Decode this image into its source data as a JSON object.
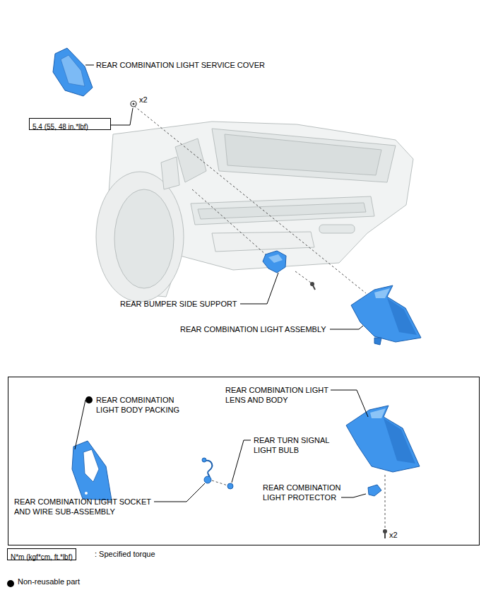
{
  "diagram": {
    "nodes": [
      {
        "text": [
          "5.4 (55, 48 in.*lbf)"
        ]
      },
      {
        "text": [
          "N*m (kgf*cm, ft.*lbf)"
        ]
      }
    ],
    "labels": [
      "REAR COMBINATION LIGHT SERVICE COVER",
      "x2",
      "REAR BUMPER SIDE SUPPORT",
      "REAR COMBINATION LIGHT ASSEMBLY",
      "REAR COMBINATION LIGHT BODY PACKING",
      "REAR COMBINATION LIGHT LENS AND BODY",
      "REAR TURN SIGNAL LIGHT BULB",
      "REAR COMBINATION LIGHT SOCKET AND WIRE SUB-ASSEMBLY",
      "REAR COMBINATION LIGHT PROTECTOR",
      "x2",
      ": Specified torque"
    ],
    "legend": [
      {
        "text": "Non-reusable part"
      }
    ]
  }
}
